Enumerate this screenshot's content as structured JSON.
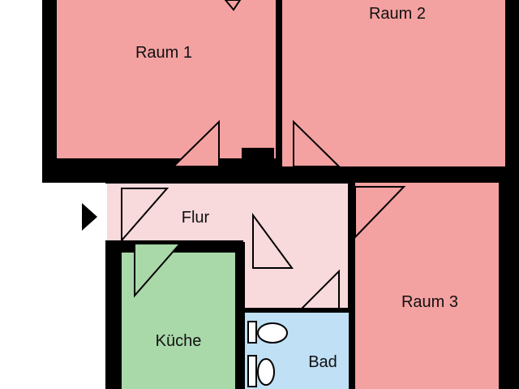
{
  "floor_plan": {
    "rooms": [
      {
        "id": "raum-1",
        "label": "Raum 1",
        "type": "room"
      },
      {
        "id": "raum-2",
        "label": "Raum 2",
        "type": "room"
      },
      {
        "id": "raum-3",
        "label": "Raum 3",
        "type": "room"
      },
      {
        "id": "flur",
        "label": "Flur",
        "type": "hallway"
      },
      {
        "id": "kueche",
        "label": "Küche",
        "type": "kitchen"
      },
      {
        "id": "bad",
        "label": "Bad",
        "type": "bathroom"
      }
    ],
    "colors": {
      "room": "#f4a1a1",
      "hallway": "#f8d9dc",
      "kitchen": "#a9d8a9",
      "bathroom": "#bfe0f5",
      "wall": "#000000",
      "background": "#ffffff"
    },
    "entrance_marker": "entrance-arrow-icon"
  }
}
